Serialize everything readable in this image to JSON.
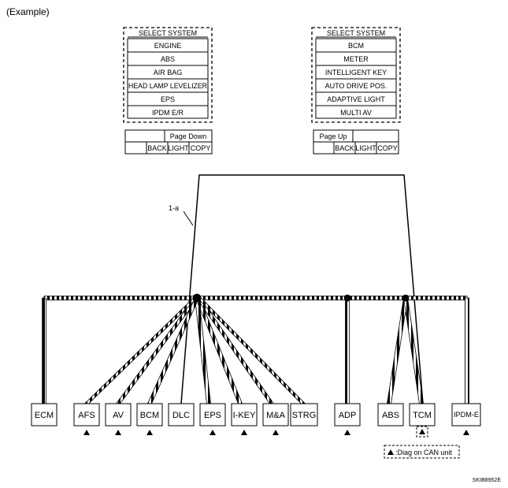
{
  "caption": "(Example)",
  "screens": [
    {
      "header": "SELECT SYSTEM",
      "items": [
        "ENGINE",
        "ABS",
        "AIR BAG",
        "HEAD LAMP LEVELIZER",
        "EPS",
        "IPDM E/R"
      ],
      "page_nav": "Page Down",
      "buttons": [
        "BACK",
        "LIGHT",
        "COPY"
      ]
    },
    {
      "header": "SELECT SYSTEM",
      "items": [
        "BCM",
        "METER",
        "INTELLIGENT KEY",
        "AUTO DRIVE POS.",
        "ADAPTIVE LIGHT",
        "MULTI AV"
      ],
      "page_nav": "Page Up",
      "buttons": [
        "BACK",
        "LIGHT",
        "COPY"
      ]
    }
  ],
  "line_label": "1-a",
  "units": [
    "ECM",
    "AFS",
    "AV",
    "BCM",
    "DLC",
    "EPS",
    "I-KEY",
    "M&A",
    "STRG",
    "ADP",
    "ABS",
    "TCM",
    "IPDM-E"
  ],
  "diag_marked_units": [
    "AFS",
    "AV",
    "BCM",
    "EPS",
    "I-KEY",
    "M&A",
    "ADP",
    "IPDM-E"
  ],
  "legend_text": ":Diag on CAN unit",
  "figure_code": "SKIB8952E"
}
